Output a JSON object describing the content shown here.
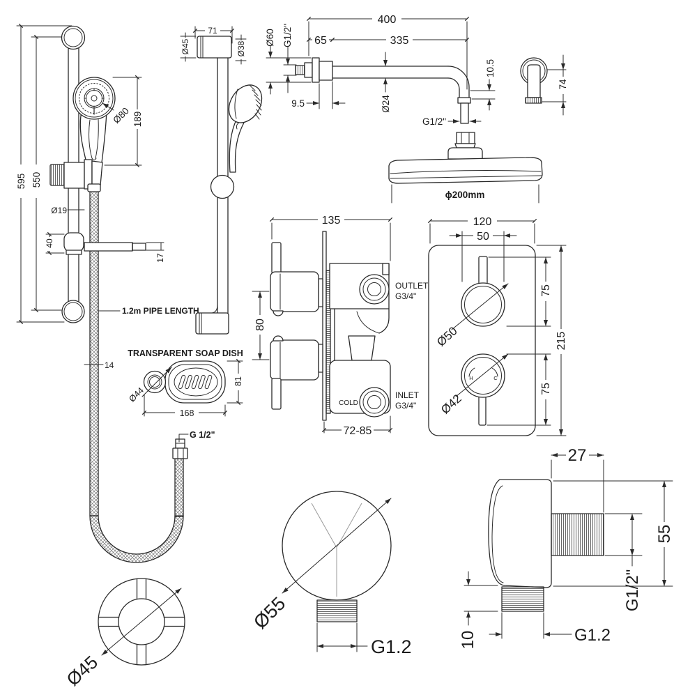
{
  "style": {
    "ink": "#2a2a2a",
    "bg": "#ffffff",
    "faint": "#9a9a9a"
  },
  "rail_front": {
    "dim_overall": "595",
    "dim_centers": "550",
    "dim_head_dia": "Ø80",
    "dim_head_len": "189",
    "dim_tube_dia": "Ø19",
    "dim_bracket": "40",
    "dim_arm_tip": "17",
    "hose_note": "1.2m PIPE LENGTH",
    "dim_hose_dia": "14"
  },
  "rail_side": {
    "dim_width": "71",
    "dim_bracket_dia": "Ø45",
    "dim_neck_dia": "Ø38"
  },
  "arm": {
    "dim_total": "400",
    "dim_flange": "65",
    "dim_reach": "335",
    "dim_flange_dia": "Ø60",
    "thread_wall": "G1/2\"",
    "dim_plate": "9.5",
    "dim_tube_dia": "Ø24",
    "dim_drop": "10.5",
    "thread_tip": "G1/2\""
  },
  "wall_outlet": {
    "dim_height": "74"
  },
  "head": {
    "dia": "ϕ200mm"
  },
  "valve_side": {
    "dim_width": "135",
    "dim_handles": "80",
    "outlet": "OUTLET",
    "outlet_thread": "G3/4\"",
    "inlet": "INLET",
    "inlet_thread": "G3/4\"",
    "cold": "COLD",
    "dim_depth": "72-85"
  },
  "valve_front": {
    "dim_width": "120",
    "dim_offset": "50",
    "dim_knob_dia": "Ø50",
    "dim_top": "75",
    "dim_height": "215",
    "dim_lower_dia": "Ø42",
    "dim_bottom": "75",
    "hot": "H",
    "cold": "C"
  },
  "soap_dish": {
    "title": "TRANSPARENT SOAP DISH",
    "dim_ring_dia": "Ø44",
    "dim_length": "168",
    "dim_height": "81"
  },
  "hose": {
    "thread": "G 1/2\""
  },
  "flange": {
    "dia": "Ø45"
  },
  "escutcheon": {
    "dia": "Ø55",
    "thread": "G1.2"
  },
  "elbow": {
    "dim_depth": "27",
    "dim_height": "55",
    "thread_boss": "G1/2\"",
    "dim_stub": "10",
    "thread_stub": "G1.2"
  }
}
